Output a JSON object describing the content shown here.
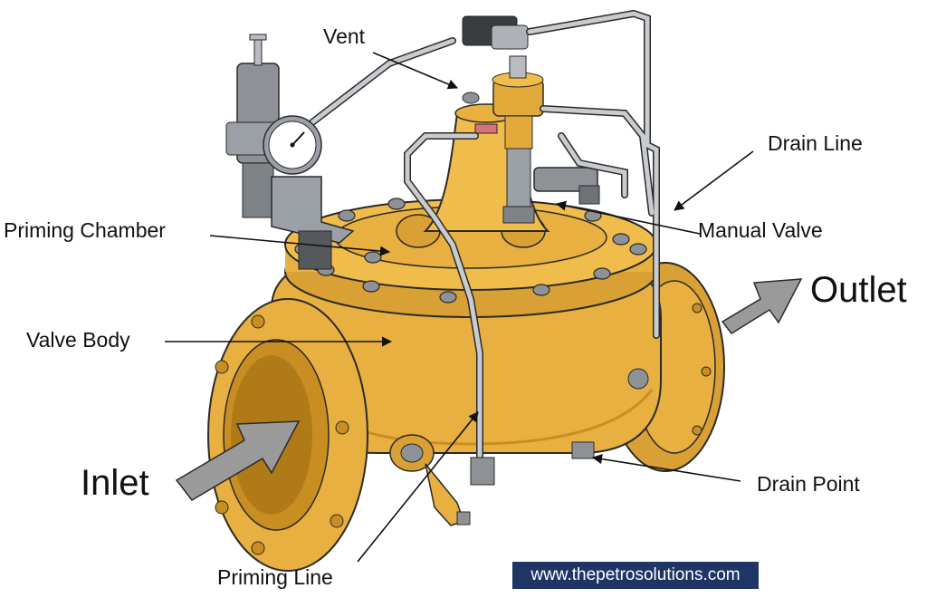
{
  "labels": {
    "vent": "Vent",
    "drain_line": "Drain Line",
    "priming_chamber": "Priming Chamber",
    "manual_valve": "Manual Valve",
    "outlet": "Outlet",
    "valve_body": "Valve Body",
    "inlet": "Inlet",
    "drain_point": "Drain Point",
    "priming_line": "Priming Line"
  },
  "watermark": "www.thepetrosolutions.com",
  "colors": {
    "body": "#e8b040",
    "body_dark": "#c98e22",
    "body_light": "#f4c95a",
    "outline": "#2a2a2a",
    "pipe": "#b8bcc0",
    "arrow": "#9a9a9a",
    "watermark_bg": "#1f3566"
  }
}
